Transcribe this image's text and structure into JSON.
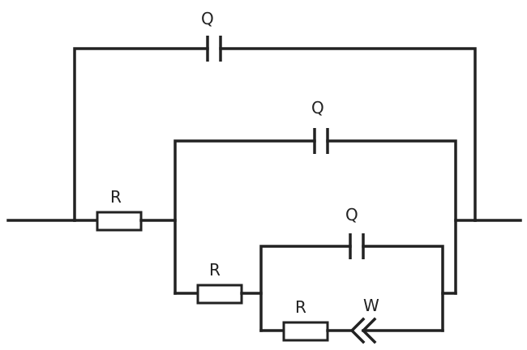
{
  "diagram": {
    "type": "equivalent-circuit",
    "elements": [
      {
        "id": "cap-outer",
        "kind": "capacitor",
        "label": "Q"
      },
      {
        "id": "cap-middle",
        "kind": "capacitor",
        "label": "Q"
      },
      {
        "id": "cap-inner",
        "kind": "capacitor",
        "label": "Q"
      },
      {
        "id": "res-series",
        "kind": "resistor",
        "label": "R"
      },
      {
        "id": "res-middle",
        "kind": "resistor",
        "label": "R"
      },
      {
        "id": "res-inner",
        "kind": "resistor",
        "label": "R"
      },
      {
        "id": "warburg",
        "kind": "warburg",
        "label": "W"
      }
    ]
  }
}
